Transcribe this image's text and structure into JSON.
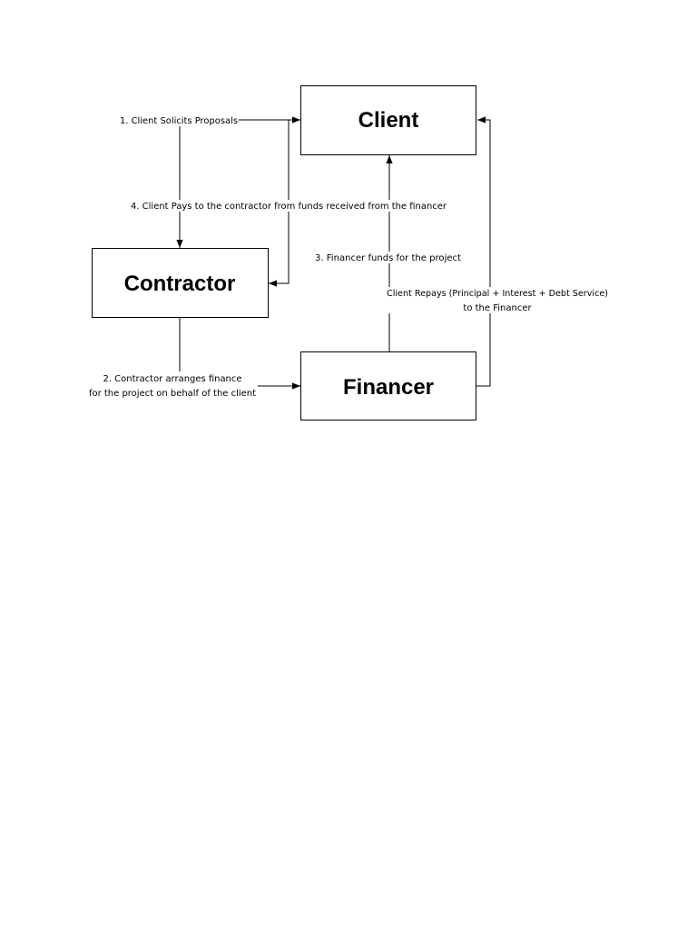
{
  "nodes": {
    "client": "Client",
    "contractor": "Contractor",
    "financer": "Financer"
  },
  "edges": {
    "solicit": "1.  Client Solicits Proposals",
    "arrange_line1": "2.  Contractor arranges finance",
    "arrange_line2": "for the project on behalf of the client",
    "funds": "3.  Financer funds for the project",
    "pays": "4.  Client Pays to the contractor from funds received from the financer",
    "repay_line1": "Client Repays (Principal + Interest + Debt Service)",
    "repay_line2": "to the Financer"
  }
}
